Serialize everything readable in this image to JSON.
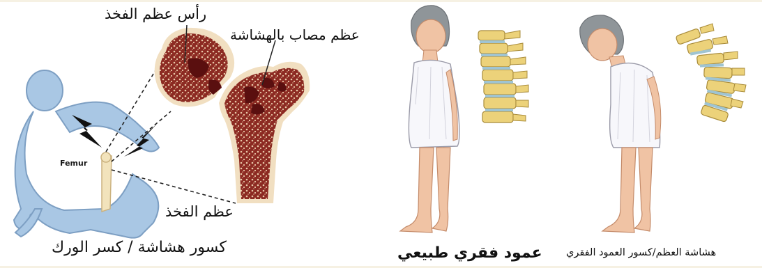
{
  "labels": {
    "femur_head": "رأس عظم الفخذ",
    "osteoporotic_bone": "عظم مصاب بالهشاشة",
    "femur": "عظم الفخذ",
    "femur_en": "Femur",
    "caption_left": "كسور هشاشة / كسر الورك",
    "normal_spine": "عمود فقري طبيعي",
    "osteoporosis_spine": "هشاشة العظم/كسور العمود الفقري"
  },
  "colors": {
    "body_figure": "#a9c7e4",
    "bone_tissue": "#7a1f1c",
    "bone_outline": "#f1dfc1",
    "spine_vertebra": "#ecd27a",
    "spine_disc": "#9fc4d2",
    "skin": "#f0c3a4",
    "nightgown": "#f7f7fb",
    "hair": "#8f9599"
  },
  "icons": [
    "fracture-lightning-icon",
    "fracture-lightning-icon"
  ]
}
